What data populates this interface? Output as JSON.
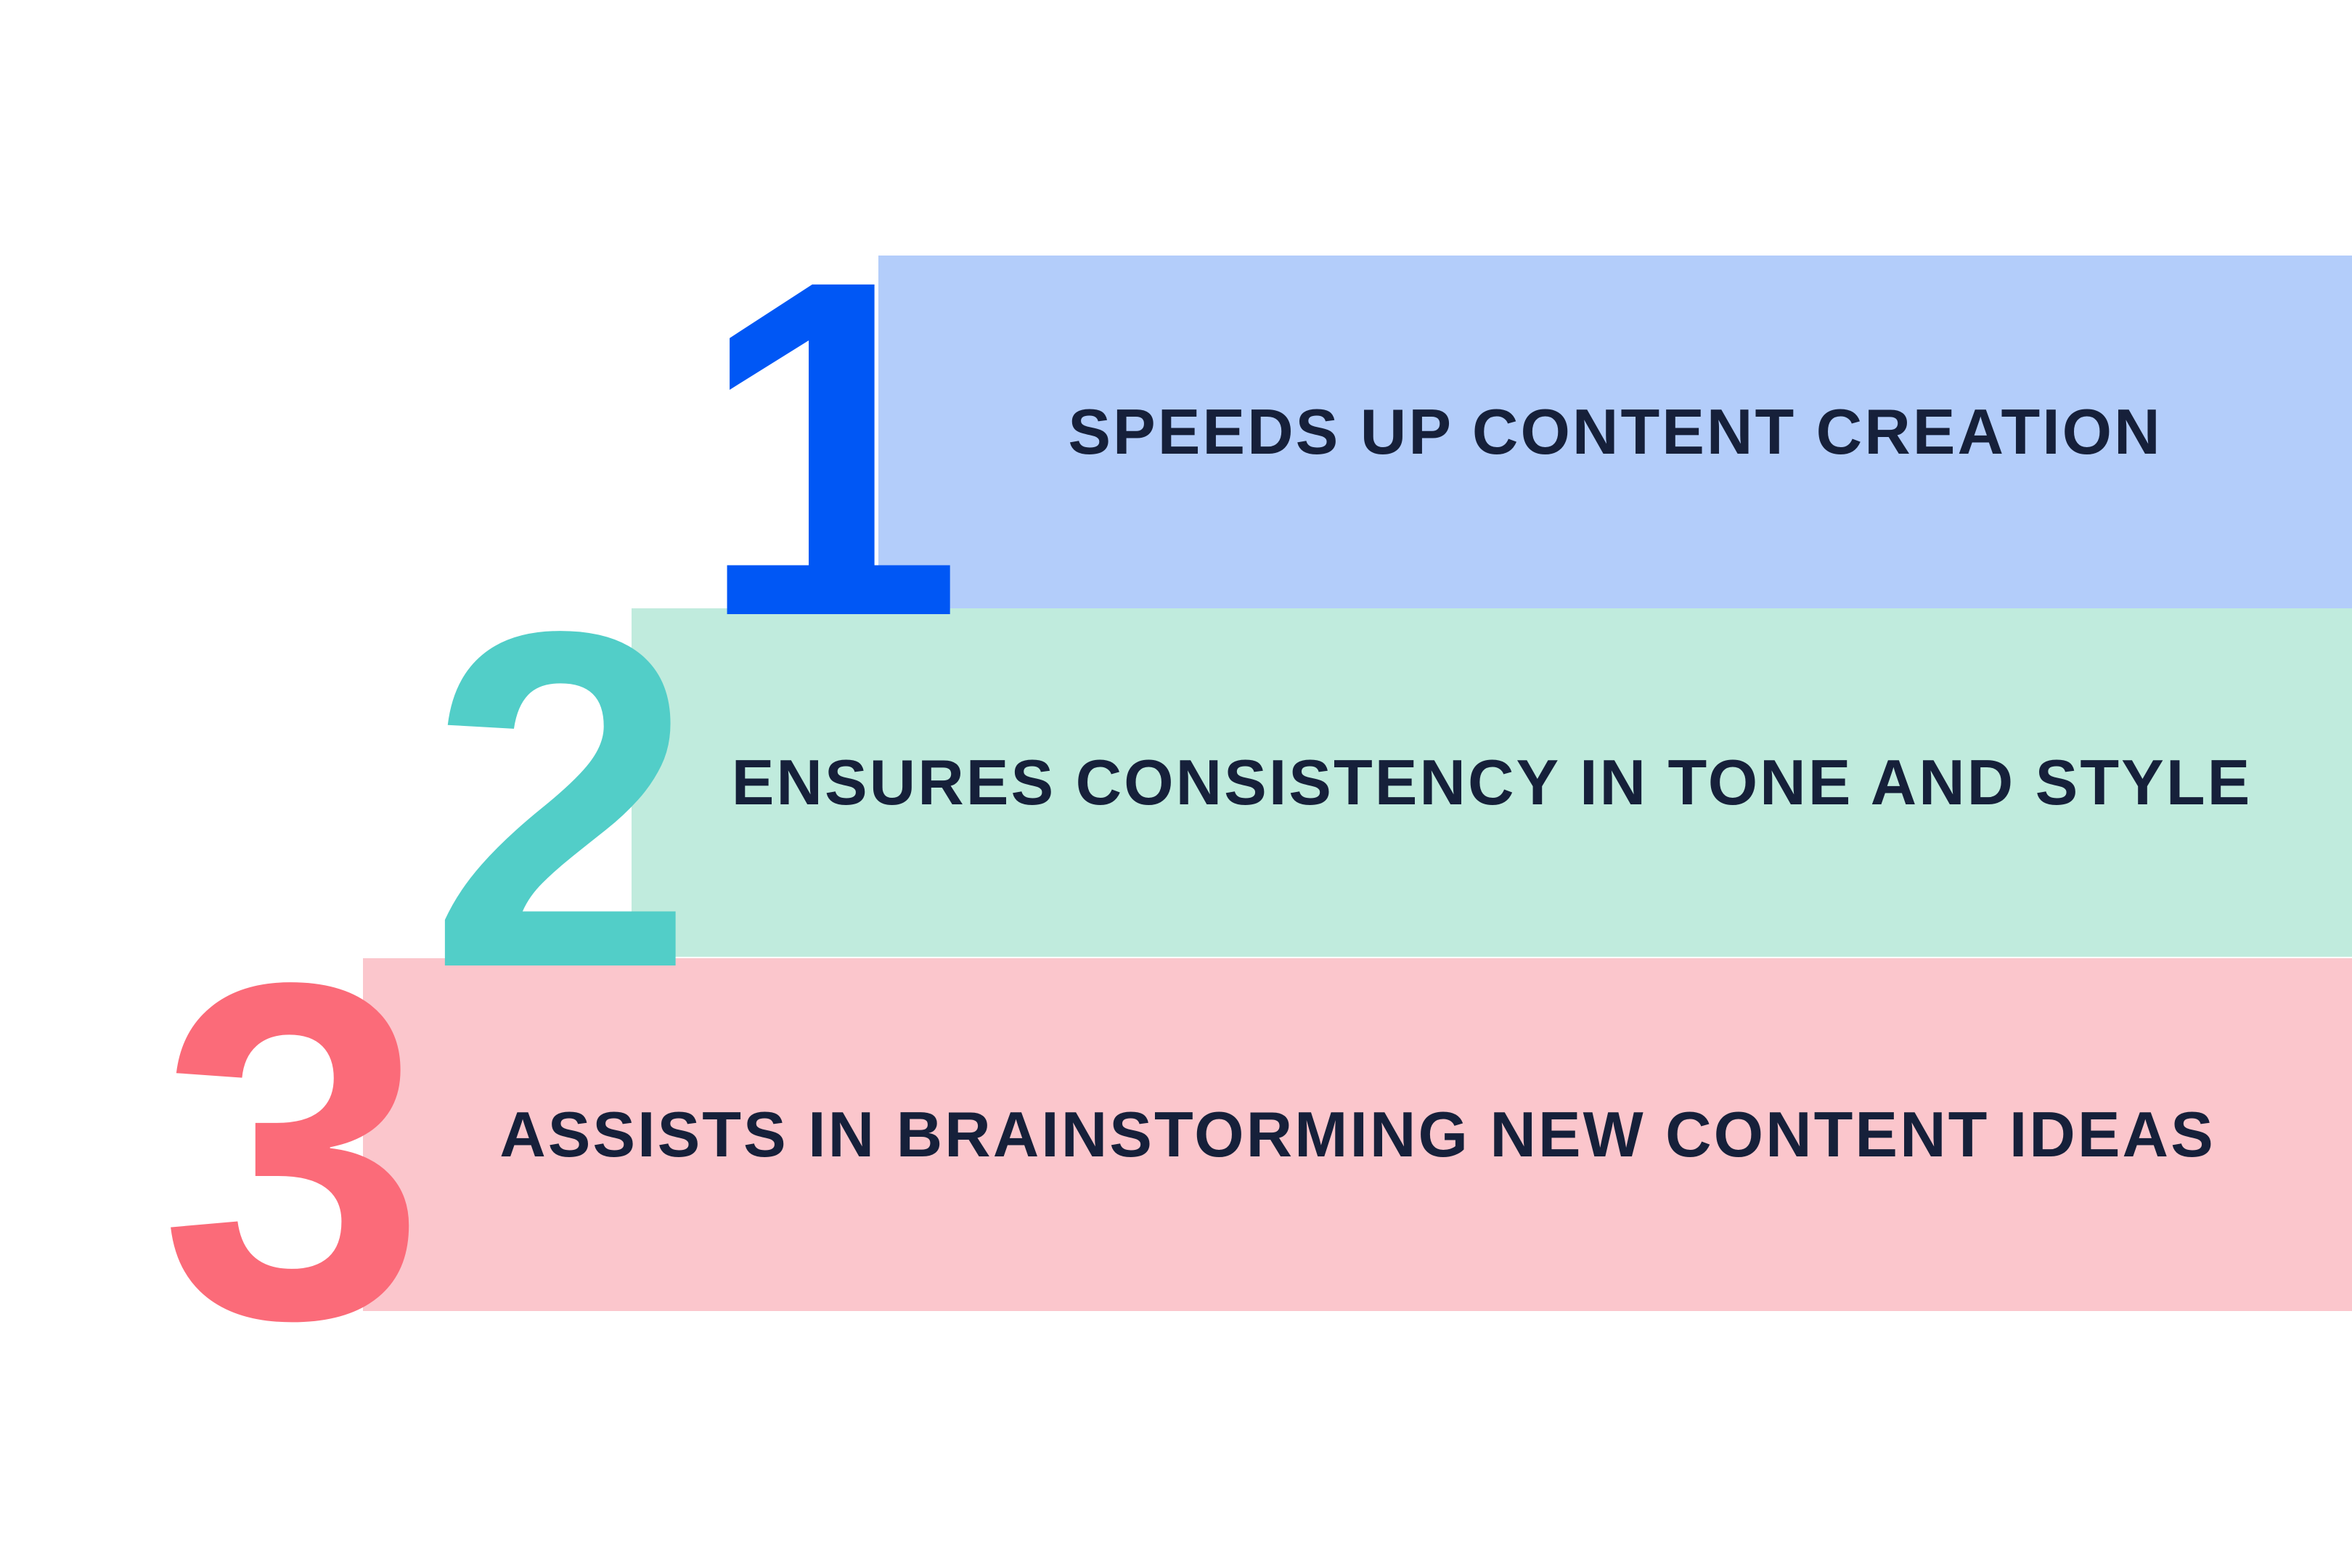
{
  "colors": {
    "background": "#ffffff",
    "text": "#16203a",
    "step1_band": "#b3cdfa",
    "step1_number": "#0057f5",
    "step2_band": "#c0ebdd",
    "step2_number": "#52cec8",
    "step3_band": "#fbc6cc",
    "step3_number": "#fb6b79"
  },
  "steps": [
    {
      "number": "1",
      "label": "SPEEDS UP CONTENT CREATION"
    },
    {
      "number": "2",
      "label": "ENSURES CONSISTENCY IN TONE AND STYLE"
    },
    {
      "number": "3",
      "label": "ASSISTS IN BRAINSTORMING NEW CONTENT IDEAS"
    }
  ]
}
